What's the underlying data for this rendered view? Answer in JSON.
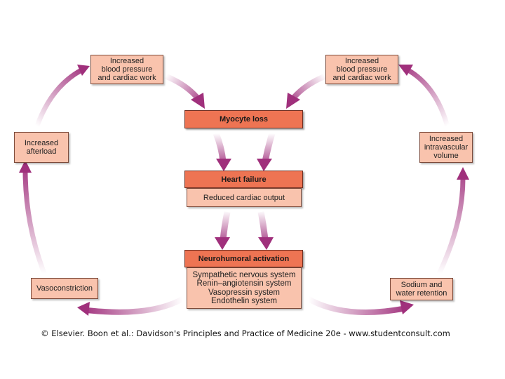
{
  "boxes": {
    "bp_left": "Increased\nblood pressure\nand cardiac work",
    "bp_right": "Increased\nblood pressure\nand cardiac work",
    "myocyte_loss": "Myocyte loss",
    "heart_failure": "Heart failure",
    "reduced_output": "Reduced cardiac output",
    "neurohumoral": "Neurohumoral activation",
    "systems": "Sympathetic nervous system\nRenin–angiotensin system\nVasopressin system\nEndothelin system",
    "afterload": "Increased\nafterload",
    "vasoconstriction": "Vasoconstriction",
    "volume": "Increased\nintravascular\nvolume",
    "sodium": "Sodium and\nwater retention"
  },
  "caption": "© Elsevier. Boon et al.: Davidson's Principles and Practice of Medicine 20e - www.studentconsult.com",
  "colors": {
    "arrow": "#a0307c",
    "box_light": "#f9c3ad",
    "box_dark": "#ee7453"
  }
}
